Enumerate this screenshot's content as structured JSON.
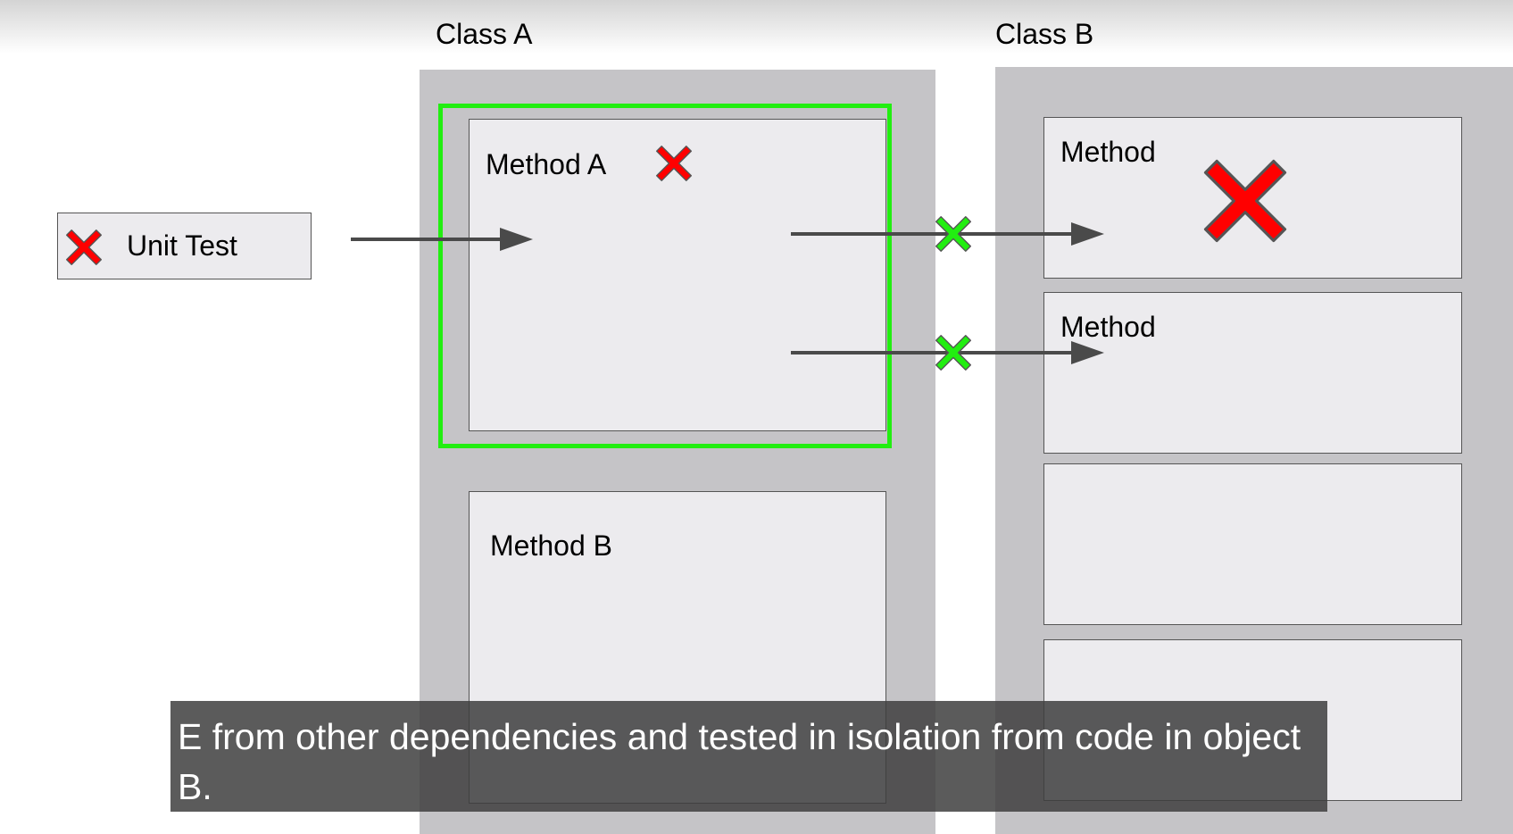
{
  "diagram": {
    "class_a_title": "Class A",
    "class_b_title": "Class B",
    "unit_test_label": "Unit Test",
    "method_a_label": "Method A",
    "method_b_label": "Method B",
    "class_b_methods": [
      "Method",
      "Method",
      "",
      ""
    ],
    "icons": {
      "fail": "x-mark-icon",
      "stub": "x-mark-icon"
    },
    "colors": {
      "fail": "#ff0000",
      "stub": "#22ee11",
      "isolation_border": "#22ee11",
      "panel": "#c5c4c7",
      "box": "#ecebee",
      "arrow": "#4a4a4a"
    }
  },
  "caption": {
    "text": "E from other dependencies and tested in isolation from code in object B."
  }
}
